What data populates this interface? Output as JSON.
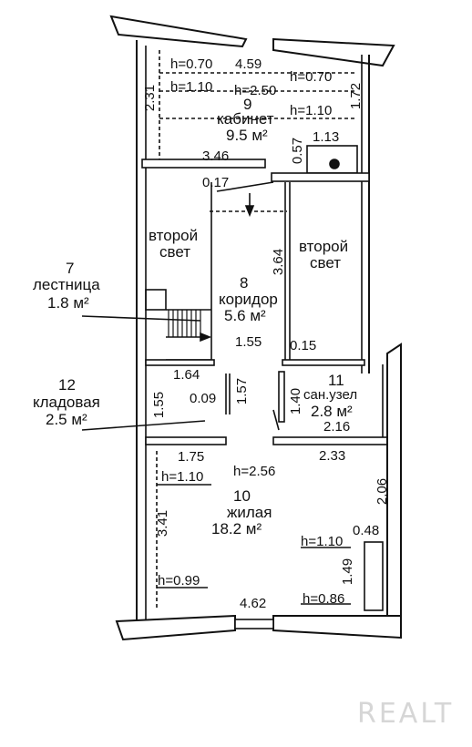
{
  "rooms": {
    "cabinet": {
      "number": "9",
      "name": "кабинет",
      "area": "9.5 м²"
    },
    "corridor": {
      "number": "8",
      "name": "коридор",
      "area": "5.6 м²"
    },
    "stairs": {
      "number": "7",
      "name": "лестница",
      "area": "1.8 м²"
    },
    "storage": {
      "number": "12",
      "name": "кладовая",
      "area": "2.5 м²"
    },
    "bathroom": {
      "number": "11",
      "name": "сан.узел",
      "area": "2.8 м²"
    },
    "living": {
      "number": "10",
      "name": "жилая",
      "area": "18.2 м²"
    },
    "void_left": {
      "line1": "второй",
      "line2": "свет"
    },
    "void_right": {
      "line1": "второй",
      "line2": "свет"
    }
  },
  "dimensions": {
    "cab_width": "4.59",
    "cab_h_070_left": "h=0.70",
    "cab_h_070_right": "h=0.70",
    "cab_h_110_left": "h=1.10",
    "cab_h_110_right": "h=1.10",
    "cab_h_250": "h=2.50",
    "cab_left_side": "2.31",
    "cab_right_side": "1.72",
    "cab_113": "1.13",
    "cab_057": "0.57",
    "d_346": "3.46",
    "d_017": "0.17",
    "d_364": "3.64",
    "d_155_cor": "1.55",
    "d_015": "0.15",
    "d_164": "1.64",
    "d_157": "1.57",
    "d_155_store": "1.55",
    "d_009": "0.09",
    "d_140": "1.40",
    "d_216": "2.16",
    "d_175": "1.75",
    "d_233": "2.33",
    "d_256": "h=2.56",
    "d_110_living": "h=1.10",
    "d_206": "2.06",
    "d_341": "3.41",
    "d_048": "0.48",
    "d_110_right": "h=1.10",
    "d_149": "1.49",
    "d_099": "h=0.99",
    "d_462": "4.62",
    "d_086": "h=0.86"
  },
  "watermark": "REALT"
}
